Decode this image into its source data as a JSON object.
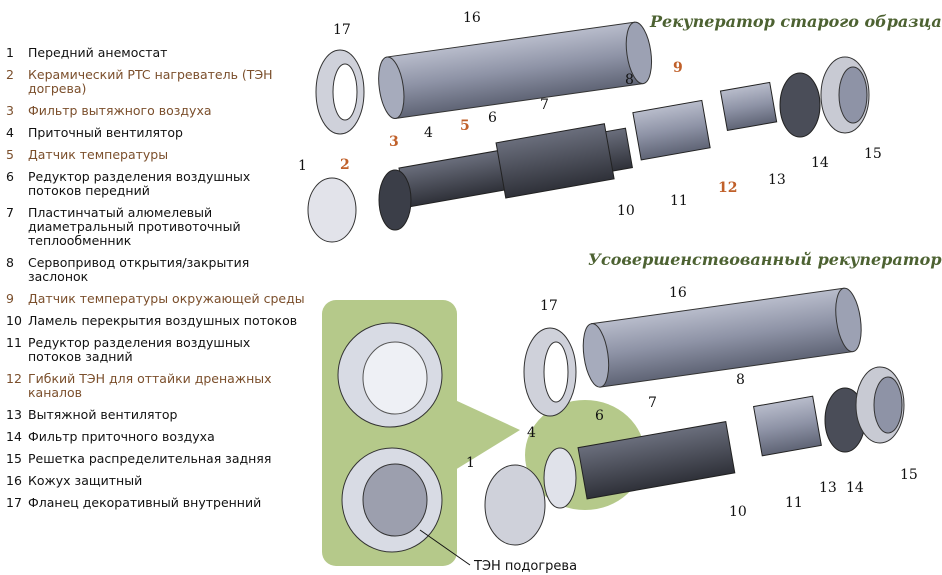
{
  "titles": {
    "old": "Рекуператор старого образца",
    "new": "Усовершенствованный рекуператор"
  },
  "legend": [
    {
      "num": "1",
      "text": "Передний анемостат",
      "highlight": false
    },
    {
      "num": "2",
      "text": "Керамический PTC нагреватель (ТЭН догрева)",
      "highlight": true
    },
    {
      "num": "3",
      "text": "Фильтр вытяжного воздуха",
      "highlight": true
    },
    {
      "num": "4",
      "text": "Приточный вентилятор",
      "highlight": false
    },
    {
      "num": "5",
      "text": "Датчик температуры",
      "highlight": true
    },
    {
      "num": "6",
      "text": "Редуктор разделения воздушных потоков передний",
      "highlight": false
    },
    {
      "num": "7",
      "text": "Пластинчатый алюмелевый диаметральный противоточный теплообменник",
      "highlight": false
    },
    {
      "num": "8",
      "text": "Сервопривод открытия/закрытия заслонок",
      "highlight": false
    },
    {
      "num": "9",
      "text": "Датчик температуры окружающей среды",
      "highlight": true
    },
    {
      "num": "10",
      "text": "Ламель перекрытия воздушных потоков",
      "highlight": false
    },
    {
      "num": "11",
      "text": "Редуктор разделения воздушных потоков задний",
      "highlight": false
    },
    {
      "num": "12",
      "text": "Гибкий ТЭН для  оттайки дренажных каналов",
      "highlight": true
    },
    {
      "num": "13",
      "text": "Вытяжной вентилятор",
      "highlight": false
    },
    {
      "num": "14",
      "text": "Фильтр приточного воздуха",
      "highlight": false
    },
    {
      "num": "15",
      "text": "Решетка распределительная задняя",
      "highlight": false
    },
    {
      "num": "16",
      "text": "Кожух защитный",
      "highlight": false
    },
    {
      "num": "17",
      "text": "Фланец декоративный внутренний",
      "highlight": false
    }
  ],
  "callouts_old": [
    "17",
    "16",
    "8",
    "9",
    "7",
    "6",
    "5",
    "4",
    "3",
    "2",
    "1",
    "10",
    "11",
    "12",
    "13",
    "14",
    "15"
  ],
  "callouts_new": [
    "17",
    "16",
    "8",
    "7",
    "6",
    "4",
    "1",
    "10",
    "11",
    "13",
    "14",
    "15"
  ],
  "caption": "ТЭН подогрева",
  "colors": {
    "highlight": "#7b4f2c",
    "title": "#4d6232",
    "callout_highlight": "#c0602a",
    "inset": "#b5c98a"
  }
}
